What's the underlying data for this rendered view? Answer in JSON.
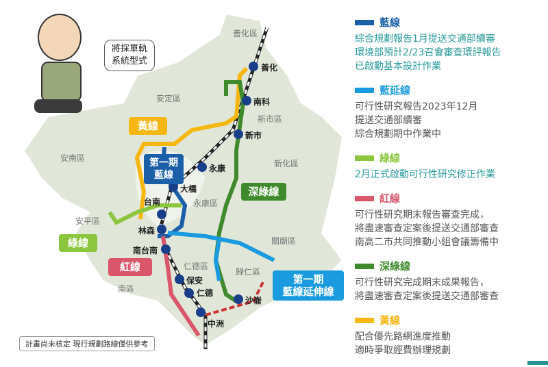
{
  "speech": "將採單軌\n系統型式",
  "note": "計畫尚未核定 現行規劃路線僅供參考",
  "districts": [
    "善化區",
    "安定區",
    "新市區",
    "安南區",
    "新化區",
    "永康區",
    "安平區",
    "關廟區",
    "仁德區",
    "歸仁區",
    "南區"
  ],
  "stations": [
    "善化",
    "南科",
    "新市",
    "永康",
    "大橋",
    "台南",
    "林森",
    "南台南",
    "保安",
    "仁德",
    "沙崙",
    "中洲"
  ],
  "line_boxes": {
    "blue": "第一期\n藍線",
    "yellow": "黃線",
    "deepgreen": "深綠線",
    "green": "綠線",
    "red": "紅線",
    "blue_ext": "第一期\n藍線延伸線"
  },
  "legend": [
    {
      "name": "藍線",
      "color": "#1a5fa8",
      "text": "綜合規劃報告1月提送交通部續審\n環境部預計2/23召會審查環評報告\n已啟動基本設計作業",
      "textColor": "#2a9a9a"
    },
    {
      "name": "藍延線",
      "color": "#1a9be0",
      "text": "可行性研究報告2023年12月\n提送交通部續審\n綜合規劃期中作業中",
      "textColor": "#555"
    },
    {
      "name": "綠線",
      "color": "#8cc63f",
      "text": "2月正式啟動可行性研究修正作業",
      "textColor": "#2a9a9a"
    },
    {
      "name": "紅線",
      "color": "#d9566b",
      "text": "可行性研究期末報告審查完成，\n將盡速審查定案後提送交通部審查\n南高二市共同推動小組會議籌備中",
      "textColor": "#555"
    },
    {
      "name": "深綠線",
      "color": "#3f8a2c",
      "text": "可行性研究完成期末成果報告，\n將盡速審查定案後提送交通部審查",
      "textColor": "#555"
    },
    {
      "name": "黃線",
      "color": "#f6b712",
      "text": "配合優先路網進度推動\n適時爭取經費辦理規劃",
      "textColor": "#555"
    }
  ]
}
